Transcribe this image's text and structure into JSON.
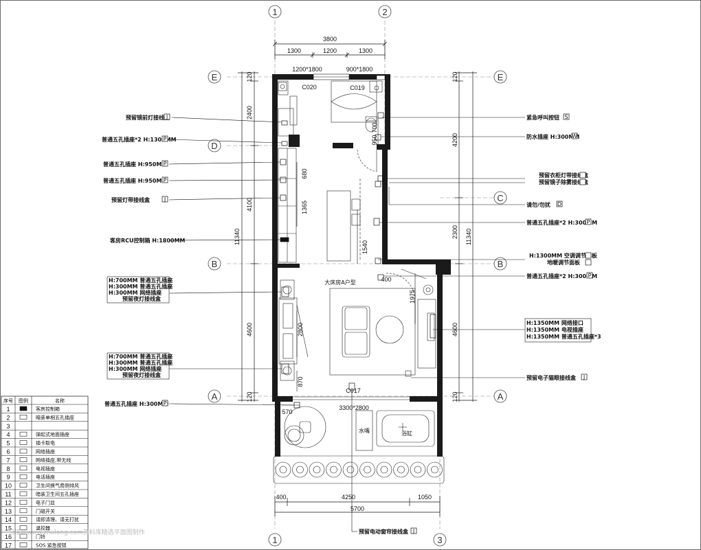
{
  "axes_top": [
    "1",
    "2"
  ],
  "axes_bottom": [
    "1",
    "3"
  ],
  "axes_left": [
    "E",
    "D",
    "B",
    "A"
  ],
  "axes_right": [
    "E",
    "C",
    "B",
    "A"
  ],
  "dims_top": {
    "total": "3800",
    "parts": [
      "1300",
      "1200",
      "1300"
    ]
  },
  "dims_bottom": {
    "total": "5700",
    "parts": [
      "400",
      "4250",
      "1050"
    ]
  },
  "dims_left_outer": {
    "total": "11340"
  },
  "dims_left_inner": [
    "120",
    "2400",
    "4100",
    "4600",
    "120"
  ],
  "dims_right_outer": {
    "total": "11340"
  },
  "dims_right_inner": [
    "120",
    "4200",
    "2300",
    "4600",
    "120"
  ],
  "window_labels": [
    "1200*1800",
    "900*1800",
    "3300*2800"
  ],
  "window_codes": [
    "C020",
    "C019",
    "C017"
  ],
  "inner_dims": [
    "700",
    "950",
    "680",
    "1365",
    "1540",
    "400",
    "1975",
    "2800",
    "870",
    "570"
  ],
  "room_label": "大床房A户型",
  "bath_label": "浴缸",
  "bath_label2": "水嘴",
  "left_callouts": [
    {
      "text": "预留镜前灯接线盒",
      "sym": "J"
    },
    {
      "text": "普通五孔插座*2 H:1300MM",
      "sym": "P"
    },
    {
      "text": "普通五孔插座 H:950MM",
      "sym": "P"
    },
    {
      "text": "普通五孔插座 H:950MM",
      "sym": "P"
    },
    {
      "text": "预留灯带接线盒",
      "sym": "J"
    },
    {
      "text": "客房RCU控制箱 H:1800MM",
      "sym": ""
    },
    {
      "lines": [
        "H:700MM  普通五孔插座",
        "H:300MM  普通五孔插座",
        "H:300MM       网络插座",
        "预留夜灯接线盒"
      ]
    },
    {
      "lines": [
        "H:700MM  普通五孔插座",
        "H:300MM  普通五孔插座",
        "H:300MM       网络插座",
        "预留夜灯接线盒"
      ]
    },
    {
      "text": "普通五孔插座 H:300MM",
      "sym": "P"
    }
  ],
  "right_callouts": [
    {
      "text": "紧急呼叫按钮",
      "sym": "S"
    },
    {
      "text": "防水插座 H:300MM",
      "sym": "W"
    },
    {
      "lines": [
        "预留衣柜灯带接线盒",
        "预留镜子除雾接线盒"
      ]
    },
    {
      "text": "请勿/勿扰",
      "sym": "D"
    },
    {
      "text": "普通五孔插座*2 H:300MM",
      "sym": "P"
    },
    {
      "lines": [
        "H:1300MM   空调调节面板",
        "   地暖调节面板"
      ]
    },
    {
      "text": "普通五孔插座*2 H:300MM",
      "sym": "P"
    },
    {
      "lines": [
        "H:1350MM       网络接口",
        "H:1350MM       电视插座",
        "H:1350MM  普通五孔插座*3"
      ]
    },
    {
      "text": "预留电子猫眼接线盒",
      "sym": "J"
    }
  ],
  "bottom_callout": {
    "text": "预留电动窗帘接线盒",
    "sym": "J"
  },
  "legend": {
    "headers": [
      "序号",
      "图例",
      "名称"
    ],
    "rows": [
      {
        "no": "1",
        "name": "客房控制箱"
      },
      {
        "no": "2",
        "name": "暗装单相五孔插座"
      },
      {
        "no": "3",
        "name": ""
      },
      {
        "no": "4",
        "name": "弹起式地面插座"
      },
      {
        "no": "5",
        "name": "插卡取电"
      },
      {
        "no": "6",
        "name": "网络插座"
      },
      {
        "no": "7",
        "name": "网络插座,带无线"
      },
      {
        "no": "8",
        "name": "电视插座"
      },
      {
        "no": "9",
        "name": "电话插座"
      },
      {
        "no": "10",
        "name": "卫生间换气扇侧排风"
      },
      {
        "no": "11",
        "name": "暗装卫生间五孔插座"
      },
      {
        "no": "12",
        "name": "电子门显"
      },
      {
        "no": "13",
        "name": "门磁开关"
      },
      {
        "no": "14",
        "name": "请即清理、请无打扰"
      },
      {
        "no": "15",
        "name": "温控器"
      },
      {
        "no": "16",
        "name": "门铃"
      },
      {
        "no": "17",
        "name": "SOS 紧急按钮"
      }
    ]
  },
  "watermark": "扫描网www.zhulong.com资料库精选平面图制作"
}
